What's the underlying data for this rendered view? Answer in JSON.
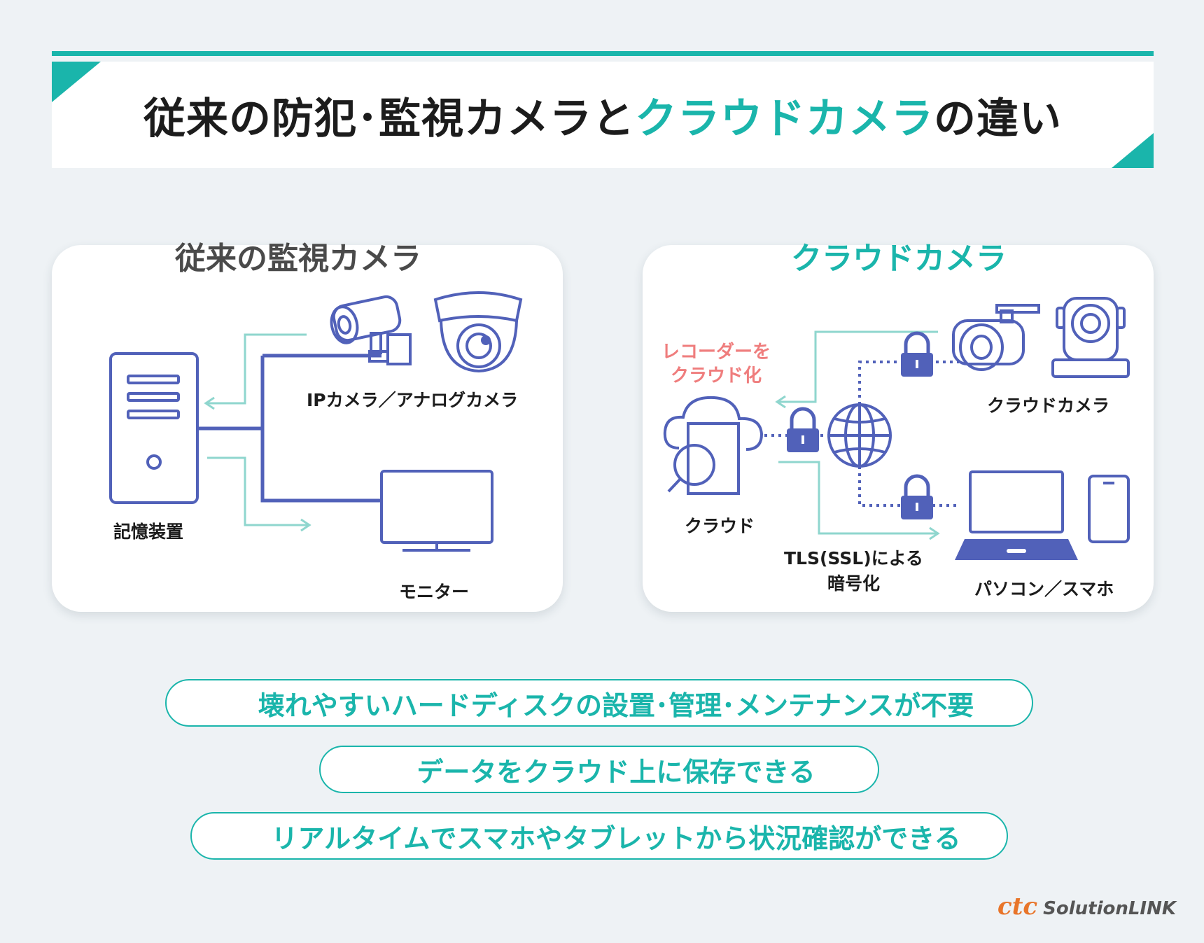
{
  "header": {
    "title_part1": "従来の防犯･監視カメラと",
    "title_accent": "クラウドカメラ",
    "title_part2": "の違い"
  },
  "left_panel": {
    "title": "従来の監視カメラ",
    "labels": {
      "camera": "IPカメラ／アナログカメラ",
      "storage": "記憶装置",
      "monitor": "モニター"
    }
  },
  "right_panel": {
    "title": "クラウドカメラ",
    "labels": {
      "recorder_line1": "レコーダーを",
      "recorder_line2": "クラウド化",
      "cloud": "クラウド",
      "tls_line1": "TLS(SSL)による",
      "tls_line2": "暗号化",
      "cloud_camera": "クラウドカメラ",
      "devices": "パソコン／スマホ"
    }
  },
  "features": [
    "壊れやすいハードディスクの設置･管理･メンテナンスが不要",
    "データをクラウド上に保存できる",
    "リアルタイムでスマホやタブレットから状況確認ができる"
  ],
  "logo": {
    "brand": "ctc",
    "product": "SolutionLINK"
  },
  "colors": {
    "accent": "#1ab5ab",
    "icon": "#5161b9",
    "flow": "#8fd6ce",
    "highlight": "#ef7d7d",
    "logo": "#e8752a"
  }
}
